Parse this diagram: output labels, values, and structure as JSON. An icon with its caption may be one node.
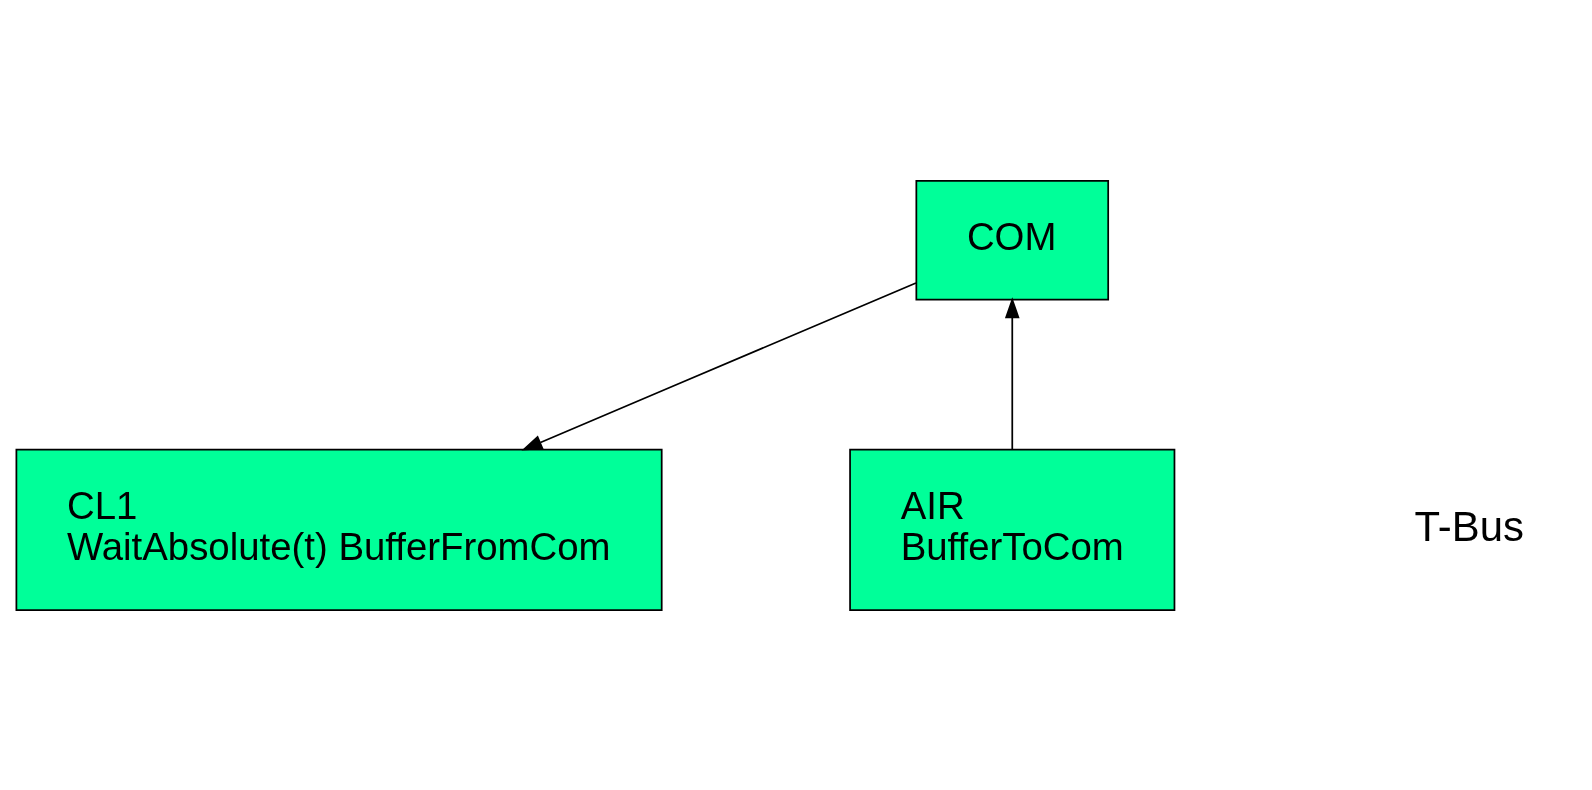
{
  "diagram": {
    "nodes": [
      {
        "text": [
          "COM"
        ]
      },
      {
        "text": [
          "AIR",
          "BufferToCom"
        ]
      },
      {
        "text": [
          "CL1",
          "WaitAbsolute(t) BufferFromCom"
        ]
      }
    ],
    "edges": [
      {
        "from": 1,
        "to": 0,
        "arrow": "to"
      },
      {
        "from": 0,
        "to": 2,
        "arrow": "to"
      }
    ],
    "labels": [
      "T-Bus"
    ]
  }
}
